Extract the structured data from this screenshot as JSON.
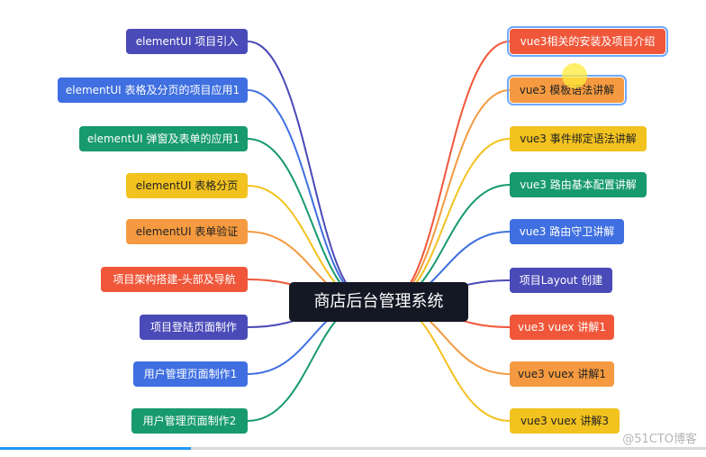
{
  "center": {
    "label": "商店后台管理系统"
  },
  "left_nodes": [
    {
      "label": "elementUI 项目引入",
      "color": "#4a4ab8"
    },
    {
      "label": "elementUI 表格及分页的项目应用1",
      "color": "#3f6fe0"
    },
    {
      "label": "elementUI 弹窗及表单的应用1",
      "color": "#179a6e"
    },
    {
      "label": "elementUI 表格分页",
      "color": "#f2c21f"
    },
    {
      "label": "elementUI 表单验证",
      "color": "#f59a40"
    },
    {
      "label": "项目架构搭建-头部及导航",
      "color": "#f0573a"
    },
    {
      "label": "项目登陆页面制作",
      "color": "#4a4ab8"
    },
    {
      "label": "用户管理页面制作1",
      "color": "#3f6fe0"
    },
    {
      "label": "用户管理页面制作2",
      "color": "#179a6e"
    }
  ],
  "right_nodes": [
    {
      "label": "vue3相关的安装及项目介绍",
      "color": "#f0573a"
    },
    {
      "label": "vue3 模板语法讲解",
      "color": "#f59a40"
    },
    {
      "label": "vue3 事件绑定语法讲解",
      "color": "#f2c21f"
    },
    {
      "label": "vue3 路由基本配置讲解",
      "color": "#179a6e"
    },
    {
      "label": "vue3 路由守卫讲解",
      "color": "#3f6fe0"
    },
    {
      "label": "项目Layout 创建",
      "color": "#4a4ab8"
    },
    {
      "label": "vue3 vuex 讲解1",
      "color": "#f0573a"
    },
    {
      "label": "vue3 vuex 讲解1",
      "color": "#f59a40"
    },
    {
      "label": "vue3 vuex 讲解3",
      "color": "#f2c21f"
    }
  ],
  "progress": {
    "fraction": 0.27
  },
  "watermark": "@51CTO博客"
}
